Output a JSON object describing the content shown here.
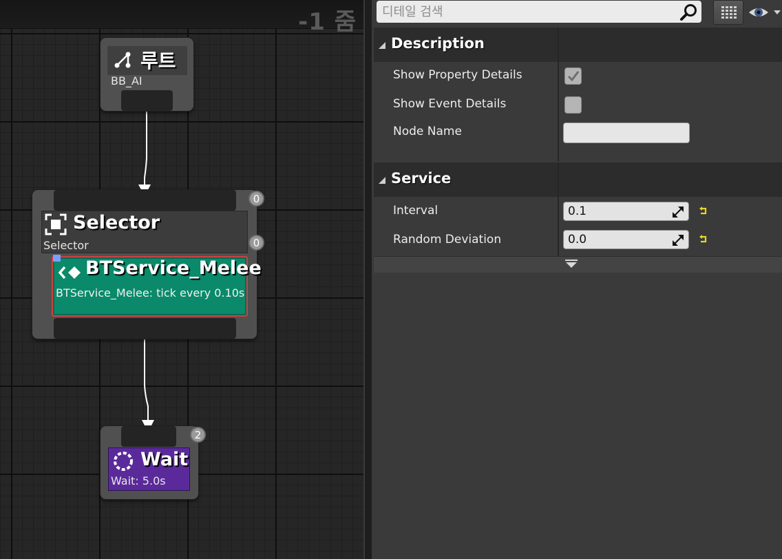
{
  "graph": {
    "zoom_label": "-1 줌",
    "root": {
      "title": "루트",
      "subtitle": "BB_AI"
    },
    "selector": {
      "title": "Selector",
      "subtitle": "Selector",
      "index_badge": "0",
      "service_badge": "0"
    },
    "service": {
      "title": "BTService_Melee",
      "subtitle": "BTService_Melee: tick every 0.10s",
      "color": "#0a8a6a",
      "outline": "#d04040"
    },
    "wait": {
      "title": "Wait",
      "subtitle": "Wait: 5.0s",
      "index_badge": "2",
      "color": "#5a2a9a"
    }
  },
  "details": {
    "search": {
      "placeholder": "디테일 검색",
      "value": ""
    },
    "view_options_icon": "grid-list-icon",
    "visibility_icon": "eye-icon",
    "categories": [
      {
        "title": "Description",
        "properties": [
          {
            "label": "Show Property Details",
            "type": "checkbox",
            "checked": true
          },
          {
            "label": "Show Event Details",
            "type": "checkbox",
            "checked": false
          },
          {
            "label": "Node Name",
            "type": "text",
            "value": ""
          }
        ]
      },
      {
        "title": "Service",
        "properties": [
          {
            "label": "Interval",
            "type": "number",
            "value": "0.1"
          },
          {
            "label": "Random Deviation",
            "type": "number",
            "value": "0.0"
          }
        ]
      }
    ],
    "accent_reset_color": "#e8d820"
  }
}
